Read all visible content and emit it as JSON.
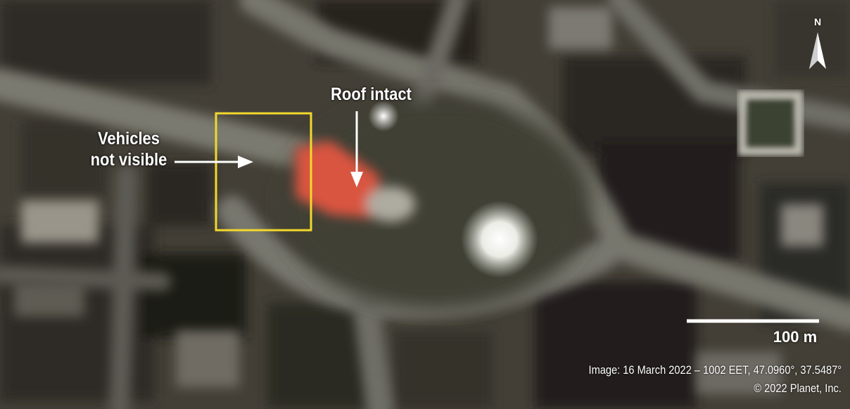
{
  "map": {
    "annotations": {
      "vehicles_line1": "Vehicles",
      "vehicles_line2": "not visible",
      "roof": "Roof intact"
    },
    "north_label": "N",
    "scale_label": "100 m",
    "caption": "Image: 16 March 2022 – 1002 EET, 47.0960°, 37.5487°",
    "copyright": "© 2022 Planet, Inc.",
    "colors": {
      "highlight_box": "#f2d82c",
      "roof": "#d9553f",
      "annotation_text": "#ffffff"
    },
    "icons": [
      "north-arrow-icon",
      "arrow-right-icon",
      "arrow-down-icon"
    ]
  }
}
